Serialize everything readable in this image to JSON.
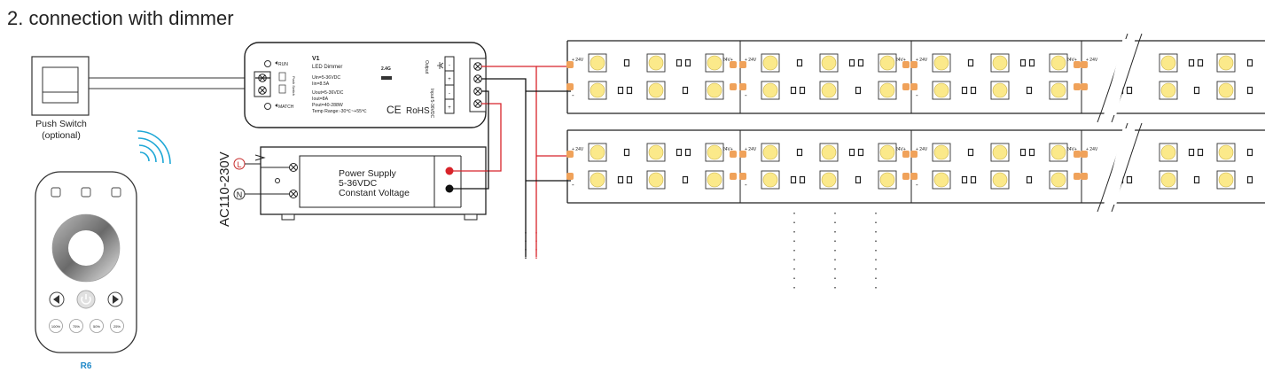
{
  "heading": "2. connection with dimmer",
  "push_switch": {
    "label_line1": "Push Switch",
    "label_line2": "(optional)"
  },
  "dimmer": {
    "model": "V1",
    "name": "LED Dimmer",
    "uin": "Uin=5-36VDC",
    "iin": "Iin=8.5A",
    "uout": "Uout=5-36VDC",
    "iout": "Iout=8A",
    "pout": "Pout=40-288W",
    "temp": "Temp Range:-30℃~+55℃",
    "run": "RUN",
    "match": "MATCH",
    "freq": "2.4G",
    "ce": "CE",
    "rohs": "RoHS",
    "output": "Output",
    "input": "Input 5-36VDC",
    "push": "Push Switch"
  },
  "power_supply": {
    "line1": "Power Supply",
    "line2": "5-36VDC",
    "line3": "Constant Voltage",
    "ac_label": "AC110-230V",
    "live": "L",
    "neutral": "N"
  },
  "remote": {
    "model": "R6",
    "presets": [
      "100%",
      "75%",
      "50%",
      "25%"
    ]
  },
  "strip": {
    "plus_label": "+ 24V",
    "end_label": "24V+",
    "minus": "-"
  },
  "colors": {
    "wire_red": "#d8232a",
    "wire_black": "#111111",
    "led_yellow": "#fbe98a",
    "led_orange": "#f0a25a",
    "remote_blue": "#1e88c8"
  }
}
